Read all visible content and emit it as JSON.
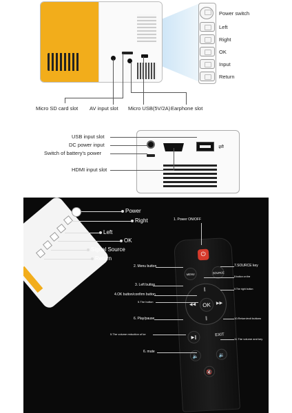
{
  "top_panel": {
    "side_buttons": [
      "Power switch",
      "Left",
      "Right",
      "OK",
      "Input",
      "Return"
    ],
    "ports": [
      "Micro SD card slot",
      "AV input slot",
      "Micro USB(5V/2A)",
      "Earphone slot"
    ]
  },
  "middle_panel": {
    "ports": [
      "USB input slot",
      "DC power input",
      "Switch of battery's power",
      "HDMI input slot"
    ]
  },
  "bottom_panel": {
    "projector_buttons": [
      "Power",
      "Right",
      "Left",
      "OK",
      "Signal Source",
      "Return"
    ],
    "remote_labels": {
      "power": "1. Power ON/OFF",
      "menu": "2. Menu button",
      "source": "7.SOURCE key",
      "up": "8.button on the",
      "left": "3. Left button",
      "right": "9.The right button",
      "ok": "4.OK button/confirm button",
      "down": "5.The button",
      "play": "6. Play/pause",
      "exit": "10.Return/exit buttons",
      "vol_down": "5.The volume reduction of ke",
      "vol_up": "11.The volume and key",
      "mute": "6. mute"
    },
    "remote_buttons": {
      "menu": "MENU",
      "source": "SOURCE",
      "ok": "OK",
      "exit": "EXIT",
      "play": "▶‖"
    }
  },
  "colors": {
    "accent_yellow": "#f2ad1b",
    "power_red": "#d63a2c",
    "background_dark": "#0a0a0a"
  }
}
